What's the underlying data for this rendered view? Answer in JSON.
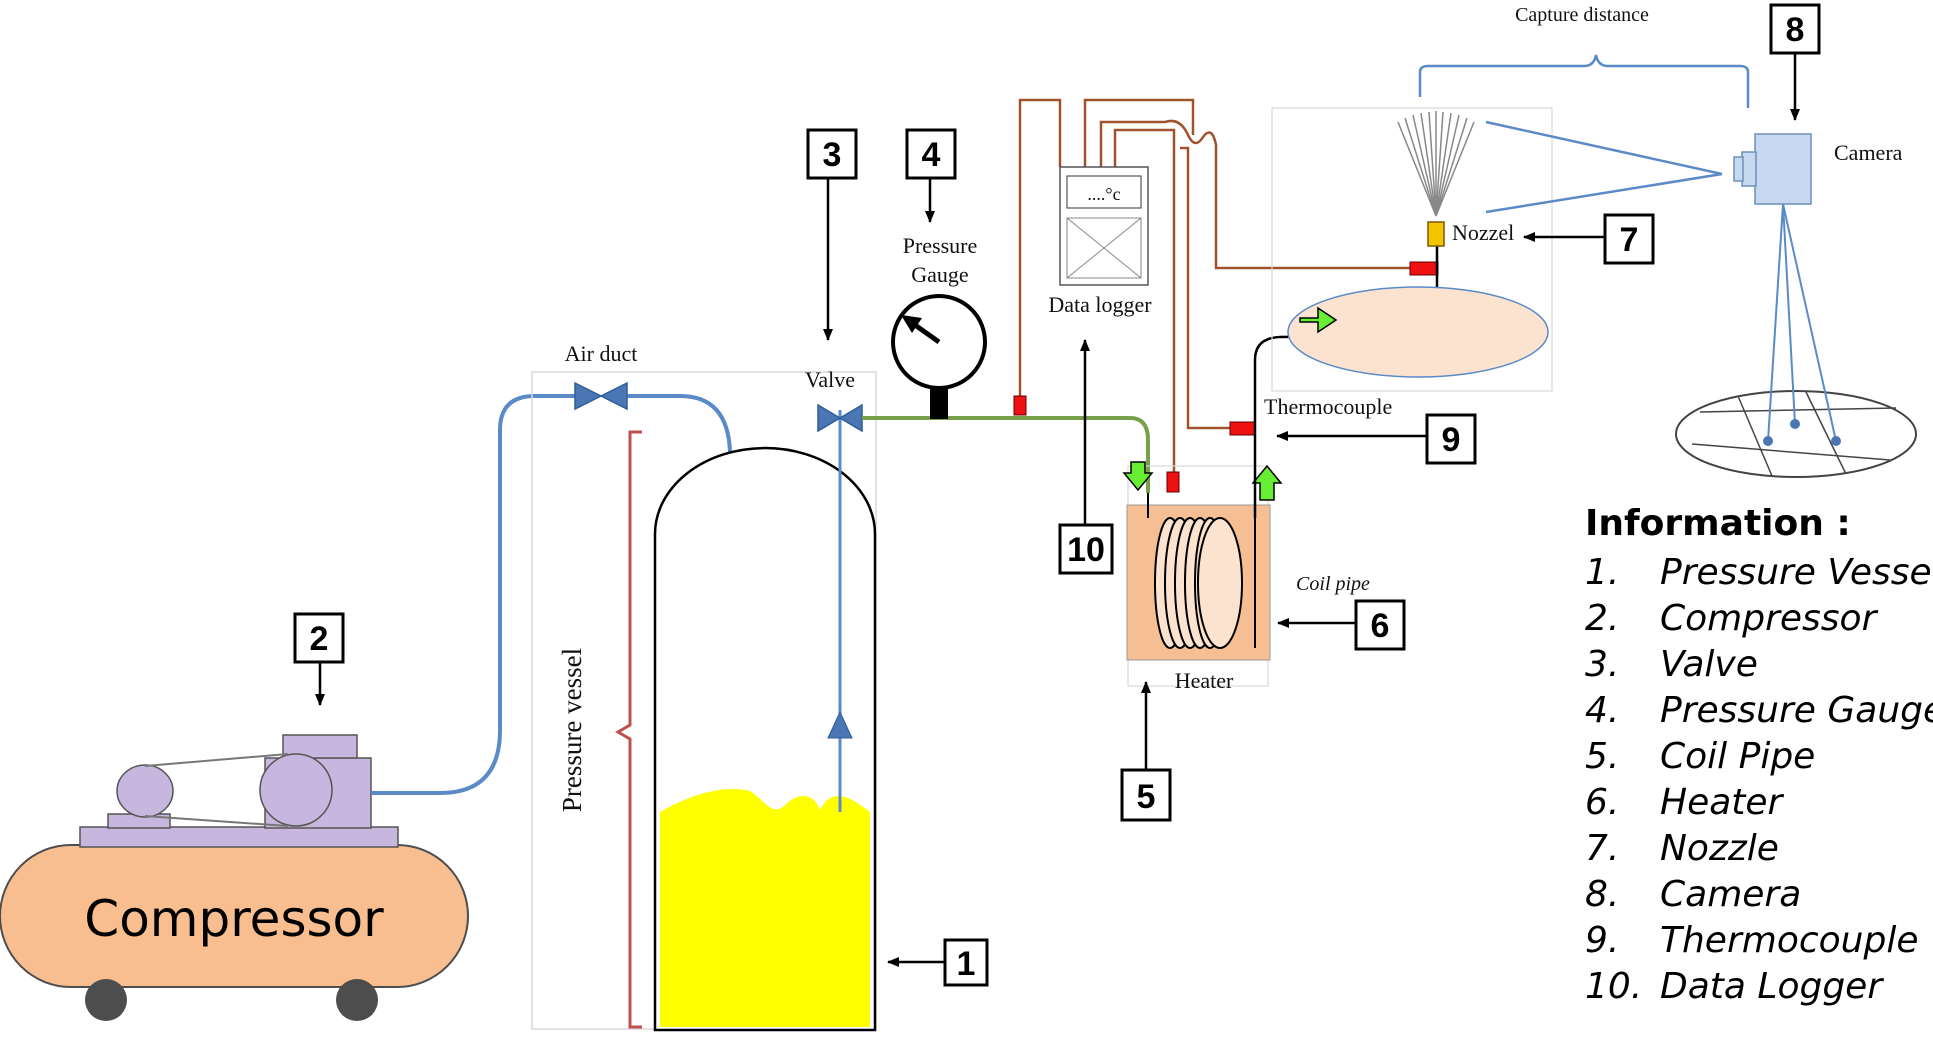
{
  "components": {
    "compressor_label": "Compressor",
    "air_duct_label": "Air duct",
    "valve_label": "Valve",
    "pressure_gauge_label": [
      "Pressure",
      "Gauge"
    ],
    "pressure_vessel_label": "Pressure vessel",
    "data_logger_label": "Data logger",
    "data_logger_display": "....°c",
    "heater_label": "Heater",
    "coil_pipe_label": "Coil pipe",
    "thermocouple_label": "Thermocouple",
    "nozzle_label": "Nozzel",
    "camera_label": "Camera",
    "capture_distance_label": "Capture distance"
  },
  "callouts": [
    "1",
    "2",
    "3",
    "4",
    "5",
    "6",
    "7",
    "8",
    "9",
    "10"
  ],
  "information": {
    "title": "Information :",
    "items": [
      {
        "num": "1.",
        "name": "Pressure Vessel"
      },
      {
        "num": "2.",
        "name": "Compressor"
      },
      {
        "num": "3.",
        "name": "Valve"
      },
      {
        "num": "4.",
        "name": "Pressure Gauge"
      },
      {
        "num": "5.",
        "name": "Coil Pipe"
      },
      {
        "num": "6.",
        "name": "Heater"
      },
      {
        "num": "7.",
        "name": "Nozzle"
      },
      {
        "num": "8.",
        "name": "Camera"
      },
      {
        "num": "9.",
        "name": "Thermocouple"
      },
      {
        "num": "10.",
        "name": "Data Logger"
      }
    ]
  },
  "colors": {
    "air_line": "#5b8bc7",
    "fluid_line": "#77a04a",
    "thermocouple_wire": "#a0522d",
    "compressor_tank": "#f8be8f",
    "compressor_motor": "#c7b6dd",
    "vessel_liquid": "#ffff00",
    "heater_box": "#f5bf93",
    "coil_plate": "#fbe3d0",
    "sensor_red": "#ee1111",
    "flow_arrow": "#66ee33",
    "nozzle_yellow": "#f2c500",
    "camera_body": "#c6d9f0",
    "vessel_brace": "#c0504d"
  }
}
